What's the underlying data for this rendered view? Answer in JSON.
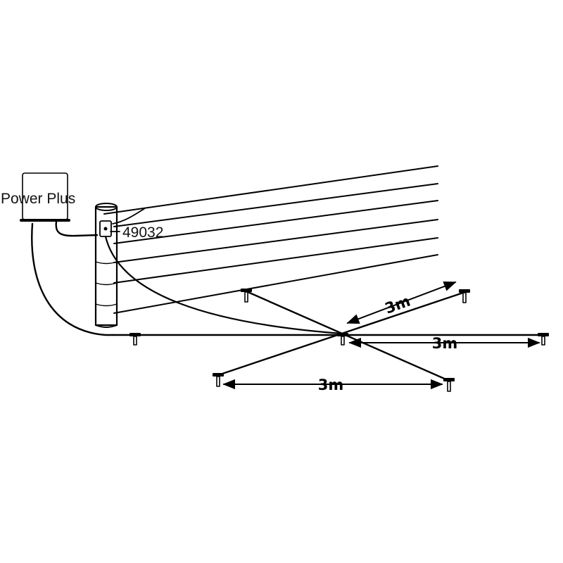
{
  "labels": {
    "energizer": "Power Plus",
    "product_code": "49032",
    "spacing_top": "3m",
    "spacing_right": "3m",
    "spacing_bottom": "3m"
  },
  "colors": {
    "line": "#000000",
    "background": "#ffffff"
  },
  "icons": {
    "energizer_box": "energizer-box-icon",
    "post": "fence-post-icon",
    "ground_stake": "ground-stake-icon",
    "arrowhead": "arrowhead-icon"
  }
}
